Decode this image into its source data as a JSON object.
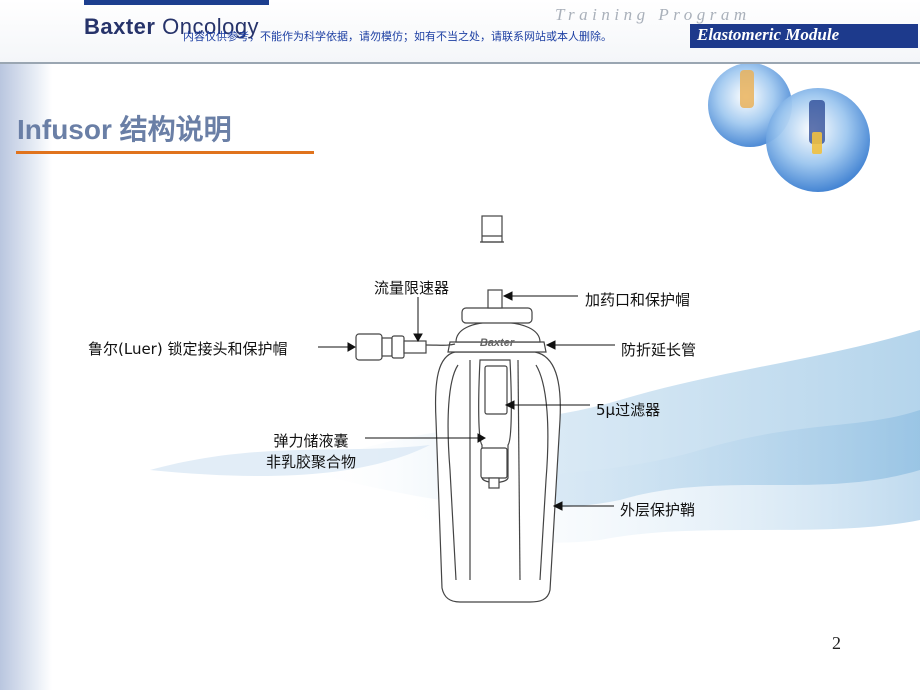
{
  "header": {
    "logo_strong": "Baxter",
    "logo_rest": "Oncology",
    "training_program": "Training Program",
    "module": "Elastomeric Module",
    "disclaimer": "内容仅供参考，不能作为科学依据，请勿模仿；如有不当之处，请联系网站或本人删除。"
  },
  "title": {
    "en": "Infusor",
    "cn": " 结构说明"
  },
  "labels": {
    "flow_restrictor": "流量限速器",
    "fill_port": "加药口和保护帽",
    "luer_lock": "鲁尔(Luer) 锁定接头和保护帽",
    "anti_kink_tubing": "防折延长管",
    "filter": "5μ过滤器",
    "reservoir_line1": "弹力储液囊",
    "reservoir_line2": "非乳胶聚合物",
    "outer_shell": "外层保护鞘"
  },
  "device_brand": "Baxter",
  "page_number": "2",
  "colors": {
    "header_blue": "#1d3a8c",
    "title_text": "#6a7fa6",
    "title_rule": "#e0731d",
    "disclaimer_text": "#1d3fa3"
  }
}
